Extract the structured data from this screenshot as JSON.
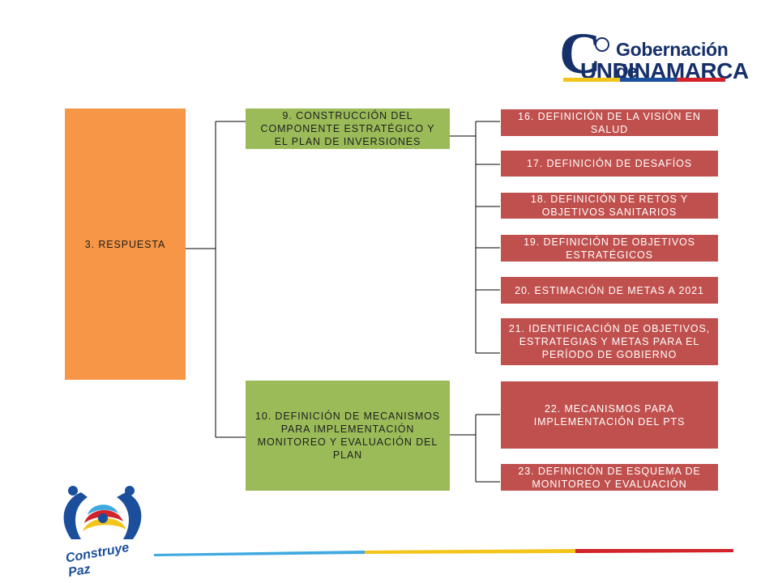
{
  "root": {
    "label": "3. RESPUESTA"
  },
  "groups": [
    {
      "label": "9. CONSTRUCCIÓN DEL\nCOMPONENTE ESTRATÉGICO Y\nEL PLAN DE INVERSIONES",
      "children": [
        "16. DEFINICIÓN DE LA VISIÓN EN\nSALUD",
        "17. DEFINICIÓN DE DESAFÍOS",
        "18. DEFINICIÓN DE RETOS Y\nOBJETIVOS SANITARIOS",
        "19. DEFINICIÓN DE OBJETIVOS\nESTRATÉGICOS",
        "20. ESTIMACIÓN DE METAS A 2021",
        "21. IDENTIFICACIÓN DE OBJETIVOS,\nESTRATEGIAS Y METAS PARA EL\nPERÍODO DE GOBIERNO"
      ]
    },
    {
      "label": "10. DEFINICIÓN DE MECANISMOS\nPARA IMPLEMENTACIÓN\nMONITOREO Y EVALUACIÓN DEL\nPLAN",
      "children": [
        "22. MECANISMOS PARA\nIMPLEMENTACIÓN DEL PTS",
        "23. DEFINICIÓN DE ESQUEMA DE\nMONITOREO Y EVALUACIÓN"
      ]
    }
  ],
  "logo_top": {
    "initial": "C",
    "line1": "Gobernación de",
    "line2": "UNDINAMARCA"
  },
  "logo_bottom": {
    "caption": "Construye Paz"
  },
  "colors": {
    "orange": "#f79646",
    "green": "#9bbb59",
    "red": "#c0504d",
    "navy": "#16306a"
  }
}
